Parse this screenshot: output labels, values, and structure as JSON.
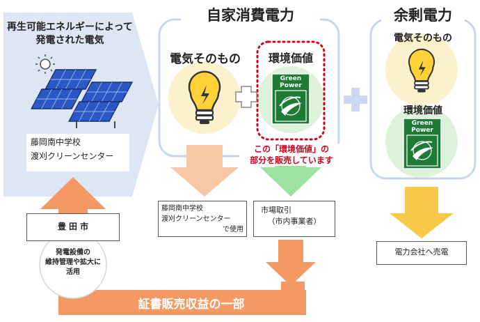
{
  "source": {
    "line1": "再生可能エネルギーによって",
    "line2": "発電された電気",
    "facility_line1": "藤岡南中学校",
    "facility_line2": "渡刈クリーンセンター"
  },
  "self_consumption": {
    "title": "自家消費電力",
    "electricity_label": "電気そのもの",
    "env_value_label": "環境価値",
    "sale_note_line1": "この「環境価値」の",
    "sale_note_line2": "部分を販売しています"
  },
  "surplus": {
    "title": "余剰電力",
    "electricity_label": "電気そのもの",
    "env_value_label": "環境価値"
  },
  "green_power": {
    "line1": "Green",
    "line2": "Power"
  },
  "destinations": {
    "school_use_line1": "藤岡南中学校",
    "school_use_line2": "渡刈クリーンセンター",
    "school_use_line3": "で使用",
    "market_line1": "市場取引",
    "market_line2": "（市内事業者）",
    "utility": "電力会社へ売電"
  },
  "city": {
    "name": "豊 田 市",
    "usage_line1": "発電設備の",
    "usage_line2": "維持管理や拡大に",
    "usage_line3": "活用"
  },
  "revenue_label": "証書販売収益の一部",
  "colors": {
    "source_bg": "#dde6f5",
    "group_border": "#c9d6ec",
    "bulb_bg": "#fdf0cc",
    "env_bg": "#dcf3d9",
    "green_logo": "#1e7b35",
    "dotted_red": "#d0021b",
    "orange": "#f39a64",
    "light_orange": "#f6c8a6",
    "light_green": "#9ee2a2",
    "yellow": "#f8c84a",
    "plus_blue": "#cdd9ee"
  }
}
